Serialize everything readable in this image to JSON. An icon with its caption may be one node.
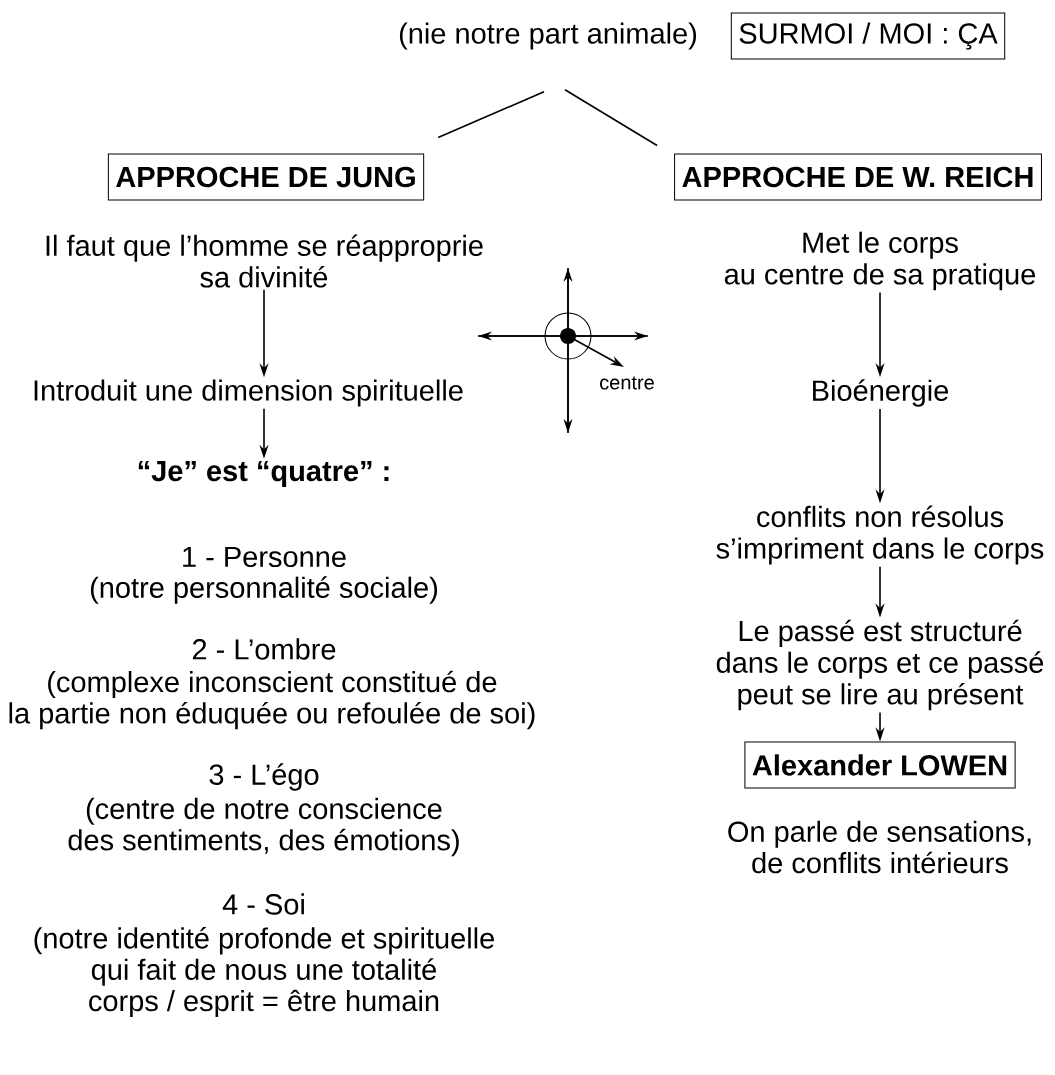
{
  "diagram": {
    "nodes": [
      {
        "text": [
          "(nie notre part animale)"
        ]
      },
      {
        "text": [
          "SURMOI / MOI : ÇA"
        ]
      },
      {
        "text": [
          "APPROCHE  DE JUNG"
        ]
      },
      {
        "text": [
          "APPROCHE  DE W. REICH"
        ]
      },
      {
        "text": [
          "Il faut que l’homme se réapproprie sa divinité"
        ]
      },
      {
        "text": [
          "Introduit une dimension spirituelle"
        ]
      },
      {
        "text": [
          "“Je” est “quatre” :"
        ]
      },
      {
        "text": [
          "Met le corps au centre de sa pratique"
        ]
      },
      {
        "text": [
          "Bioénergie"
        ]
      },
      {
        "text": [
          "conflits non résolus s’impriment dans le corps"
        ]
      },
      {
        "text": [
          "Le passé est structuré dans le corps et ce passé peut se lire au présent"
        ]
      },
      {
        "text": [
          "Alexander LOWEN"
        ]
      }
    ],
    "edges": [
      {
        "from": 0,
        "to": 2,
        "arrow": "none"
      },
      {
        "from": 0,
        "to": 3,
        "arrow": "none"
      },
      {
        "from": 4,
        "to": 5,
        "arrow": "to"
      },
      {
        "from": 5,
        "to": 6,
        "arrow": "to"
      },
      {
        "from": 7,
        "to": 8,
        "arrow": "to"
      },
      {
        "from": 8,
        "to": 9,
        "arrow": "to"
      },
      {
        "from": 9,
        "to": 10,
        "arrow": "to"
      },
      {
        "from": 10,
        "to": 11,
        "arrow": "to"
      }
    ],
    "labels": [
      "centre",
      "1 - Personne",
      "(notre personnalité sociale)",
      "2 - L’ombre",
      "(complexe inconscient constitué de la partie non éduquée ou refoulée de soi)",
      "3 - L’égo",
      "(centre de notre conscience des sentiments, des émotions)",
      "4 - Soi",
      "(notre identité profonde et spirituelle qui fait de nous une totalité corps / esprit = être humain",
      "On parle de sensations, de conflits intérieurs"
    ]
  }
}
